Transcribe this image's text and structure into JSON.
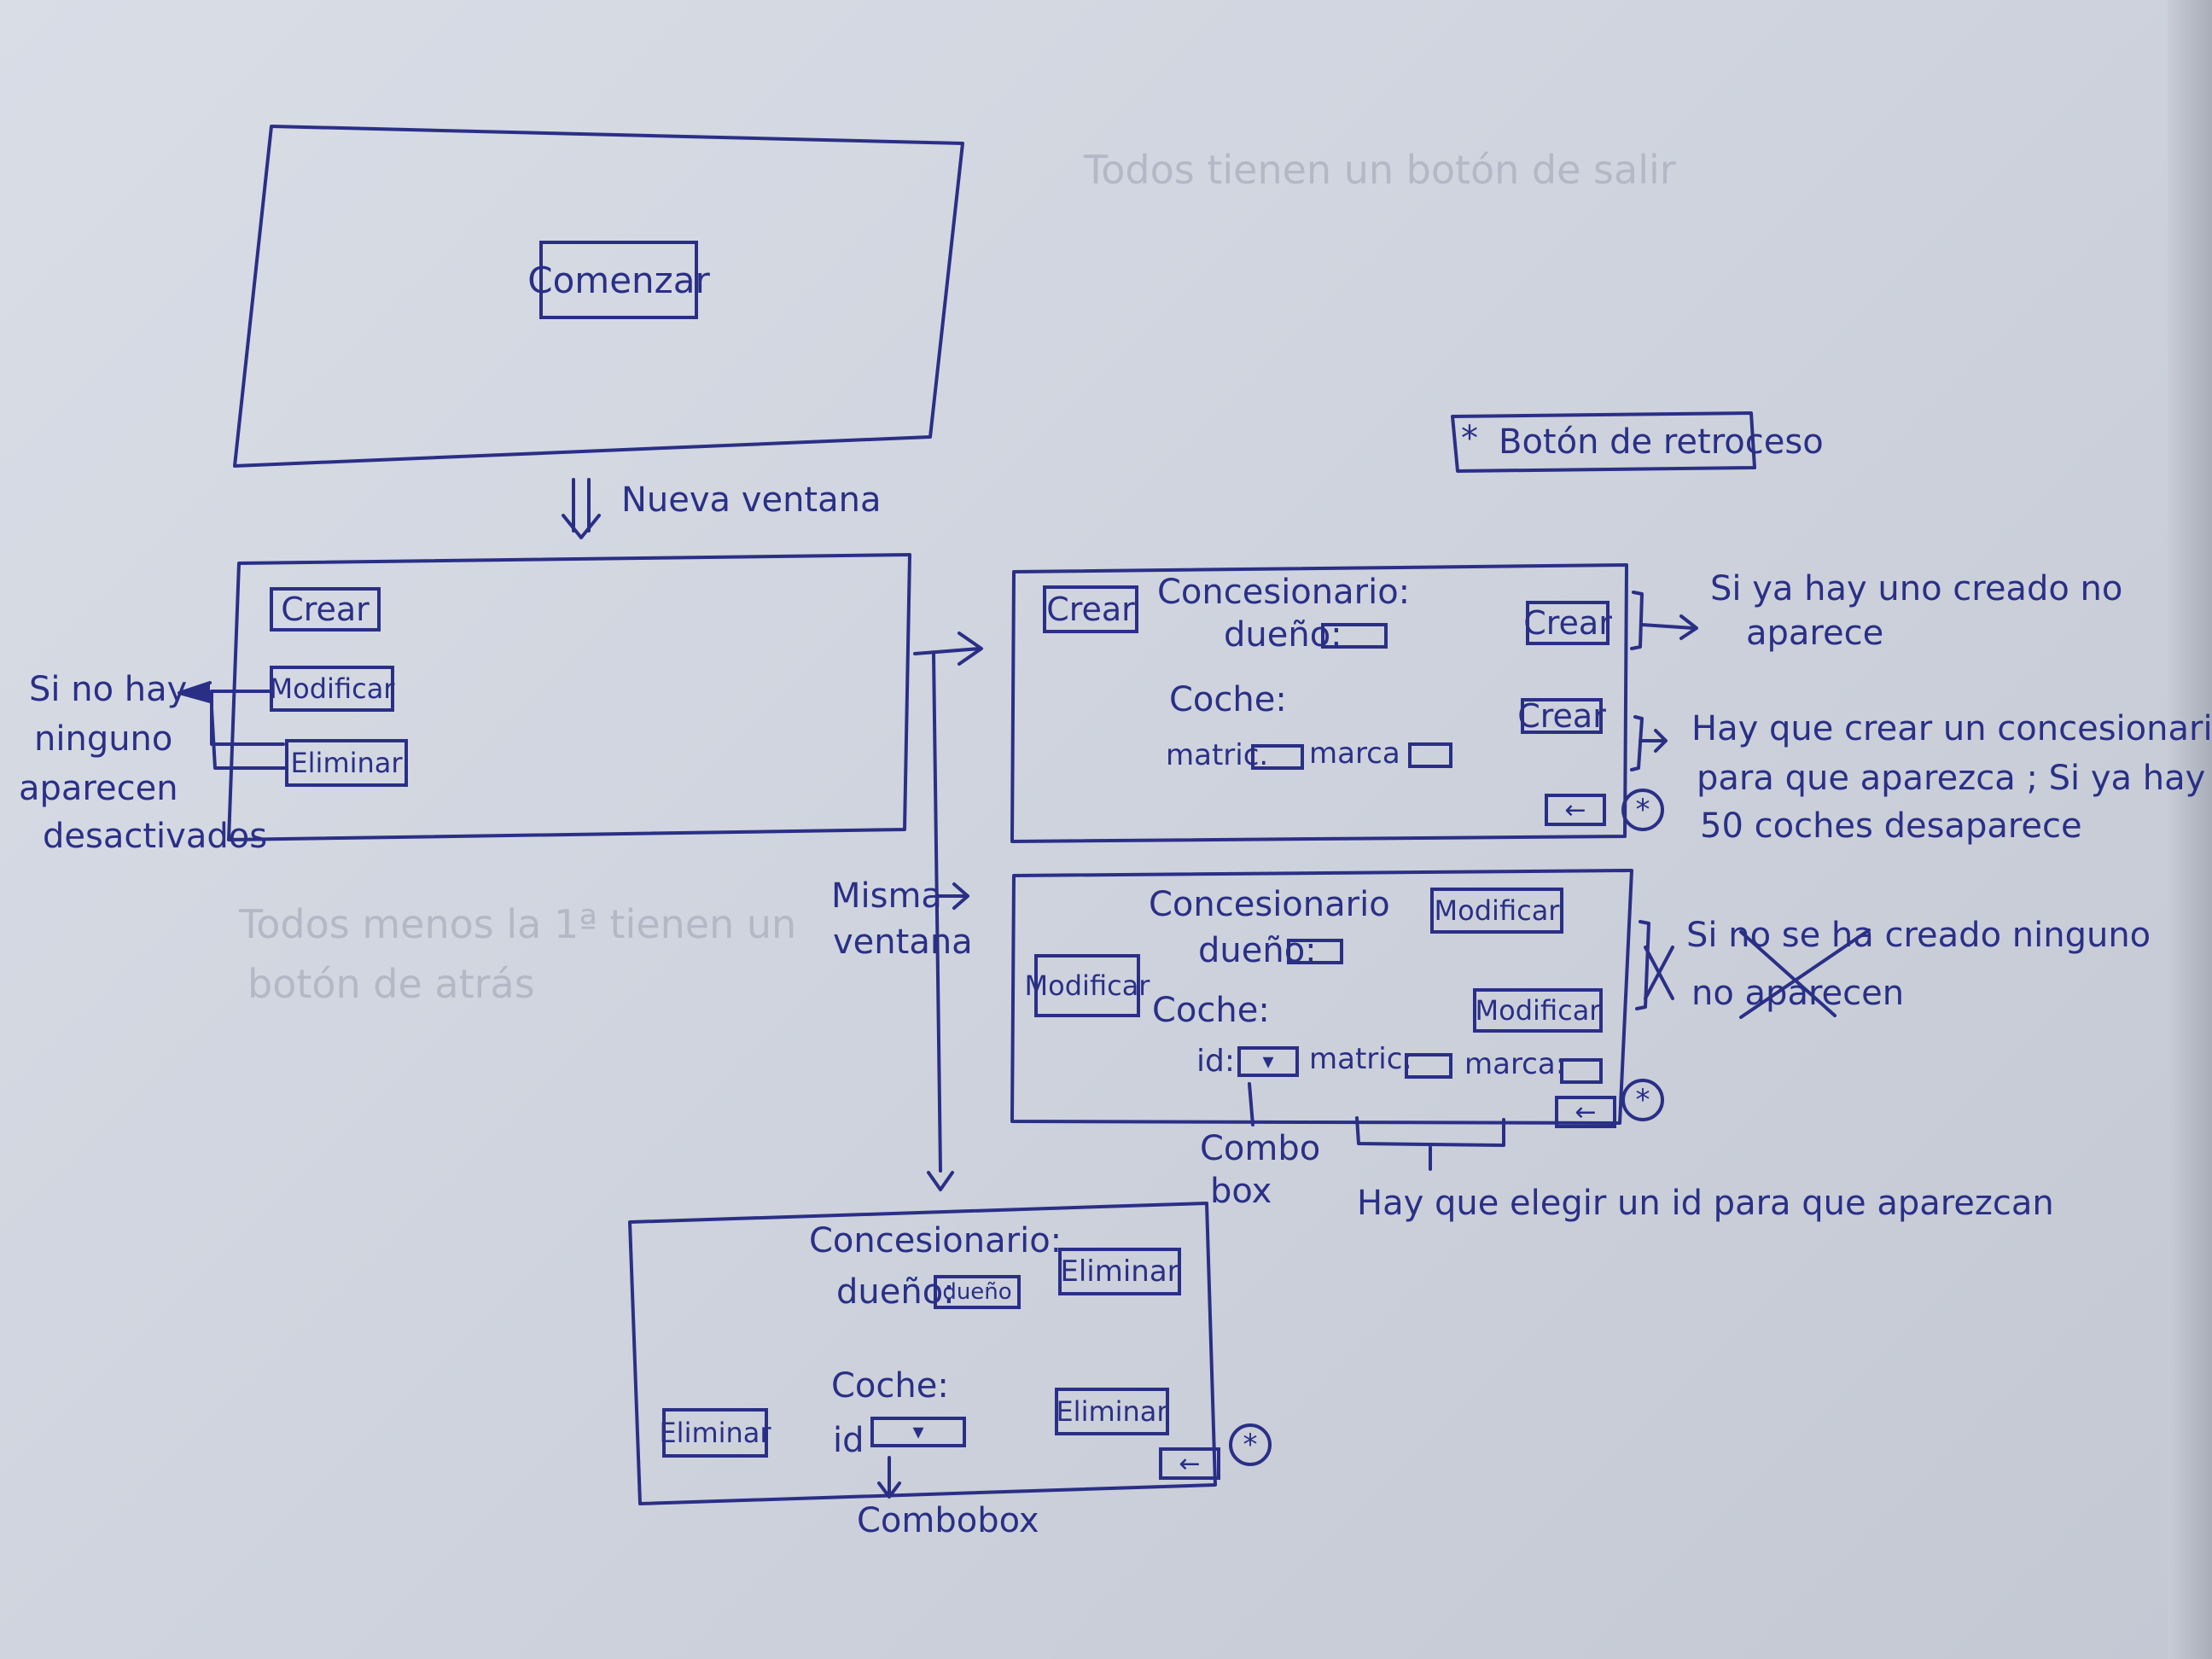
{
  "notes": {
    "faded_top": "Todos tienen un botón de salir",
    "faded_left_1": "Todos menos la 1ª tienen un",
    "faded_left_2": "botón de atrás",
    "nueva_ventana": "Nueva ventana",
    "legend": "Botón de retroceso",
    "misma_ventana_1": "Misma",
    "misma_ventana_2": "ventana",
    "desactivados_1": "Si no hay",
    "desactivados_2": "ninguno",
    "desactivados_3": "aparecen",
    "desactivados_4": "desactivados",
    "ya_hay_1": "Si ya hay uno creado no",
    "ya_hay_2": "aparece",
    "hay_que_crear_1": "Hay que crear un concesionario",
    "hay_que_crear_2": "para que aparezca ; Si ya hay",
    "hay_que_crear_3": "50 coches desaparece",
    "struck_1": "Si no se ha creado ninguno",
    "struck_2": "no aparecen",
    "elegir_id": "Hay que elegir un id para que aparezcan",
    "combo_1": "Combo",
    "combo_2": "box",
    "combobox": "Combobox"
  },
  "screen_start": {
    "button": "Comenzar"
  },
  "screen_menu": {
    "crear": "Crear",
    "modificar": "Modificar",
    "eliminar": "Eliminar"
  },
  "screen_crear": {
    "side_button": "Crear",
    "concesionario_label": "Concesionario:",
    "dueno_label": "dueño:",
    "coche_label": "Coche:",
    "matric_label": "matric.",
    "marca_label": "marca",
    "crear_concesionario": "Crear",
    "crear_coche": "Crear"
  },
  "screen_modificar": {
    "side_button": "Modificar",
    "concesionario_label": "Concesionario",
    "dueno_label": "dueño:",
    "coche_label": "Coche:",
    "id_label": "id:",
    "matric_label": "matric:",
    "marca_label": "marca:",
    "modificar_concesionario": "Modificar",
    "modificar_coche": "Modificar"
  },
  "screen_eliminar": {
    "side_button": "Eliminar",
    "concesionario_label": "Concesionario:",
    "dueno_label": "dueño:",
    "dueno_value": "dueño",
    "coche_label": "Coche:",
    "id_label": "id",
    "eliminar_concesionario": "Eliminar",
    "eliminar_coche": "Eliminar"
  },
  "symbols": {
    "asterisk": "*",
    "back_arrow": "←",
    "dropdown": "▾"
  },
  "colors": {
    "ink": "#2a2f86",
    "paper": "#d2d6df",
    "faded": "#b4b8c6"
  }
}
